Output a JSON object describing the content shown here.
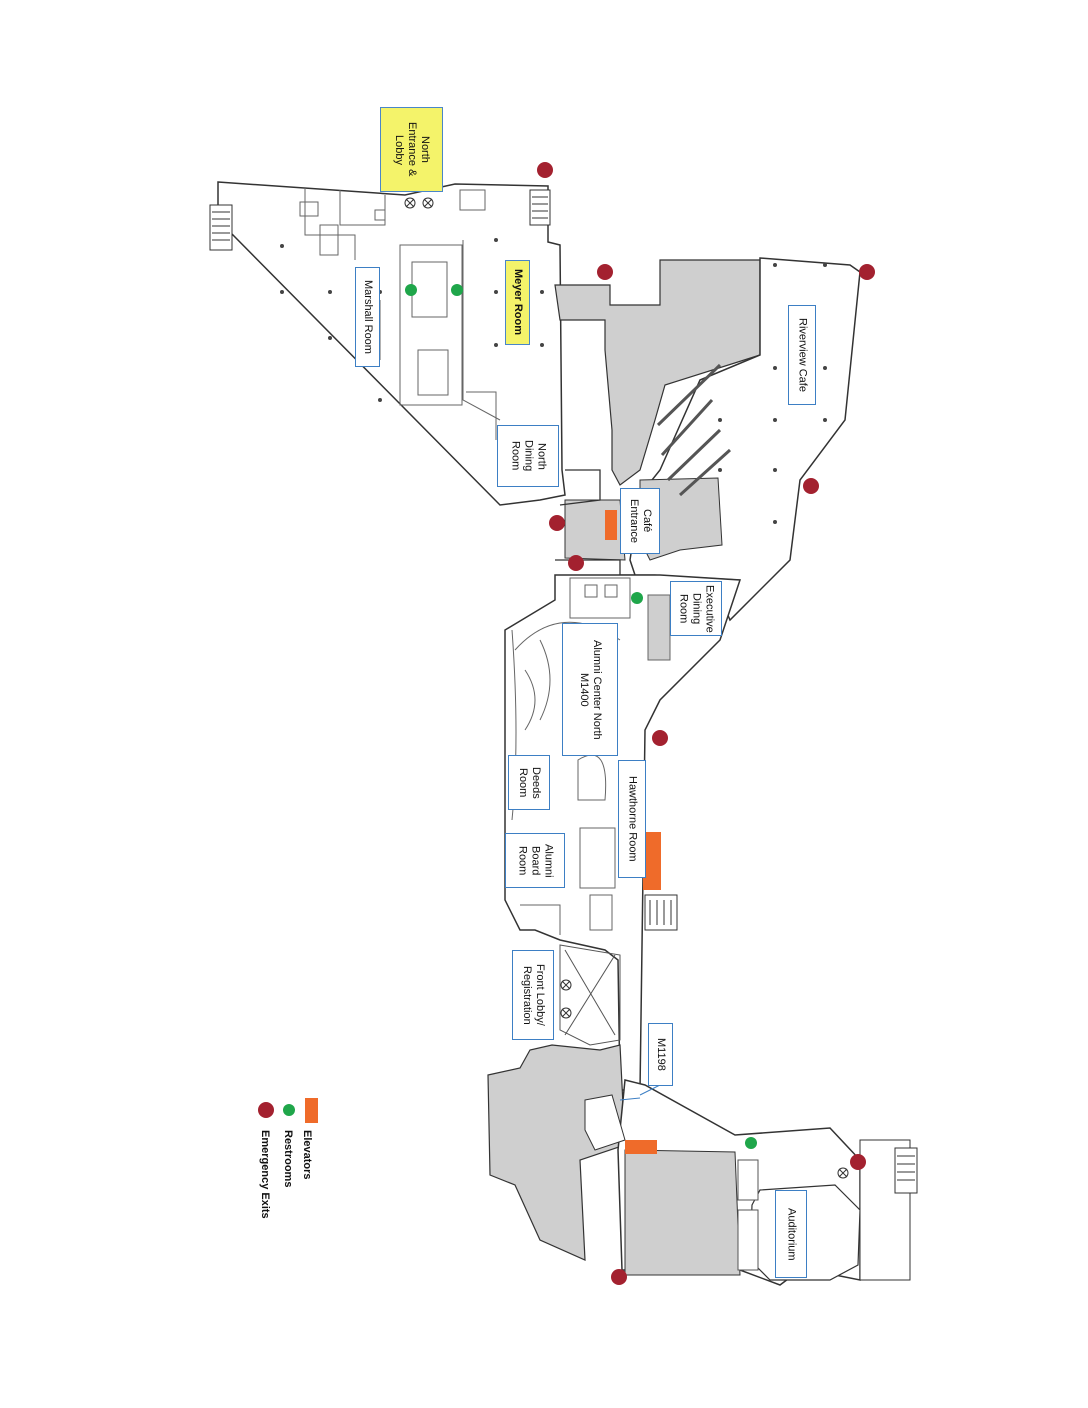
{
  "rooms": {
    "north_entrance": "North\nEntrance &\nLobby",
    "meyer_room": "Meyer Room",
    "marshall_room": "Marshall Room",
    "north_dining_room": "North\nDining\nRoom",
    "riverview_cafe": "Riverview Cafe",
    "cafe_entrance": "Café\nEntrance",
    "executive_dining_room": "Executive\nDining\nRoom",
    "alumni_center_north": "Alumni Center North\nM1400",
    "deeds_room": "Deeds\nRoom",
    "alumni_board_room": "Alumni\nBoard\nRoom",
    "hawthorne_room": "Hawthorne Room",
    "front_lobby": "Front Lobby/\nRegistration",
    "m1198": "M1198",
    "auditorium": "Auditorium"
  },
  "legend": {
    "elevators": "Elevators",
    "restrooms": "Restrooms",
    "emergency_exits": "Emergency Exits"
  },
  "colors": {
    "elevator": "#ef6b2a",
    "restroom": "#1fa64a",
    "emergency_exit": "#a3212f",
    "highlight": "#f4f36a",
    "label_border": "#3d7fc4",
    "floor_gray": "#cfcfcf"
  },
  "icons": [
    "stairs-icon",
    "door-icon",
    "elevator-marker",
    "restroom-marker",
    "emergency-exit-marker"
  ]
}
